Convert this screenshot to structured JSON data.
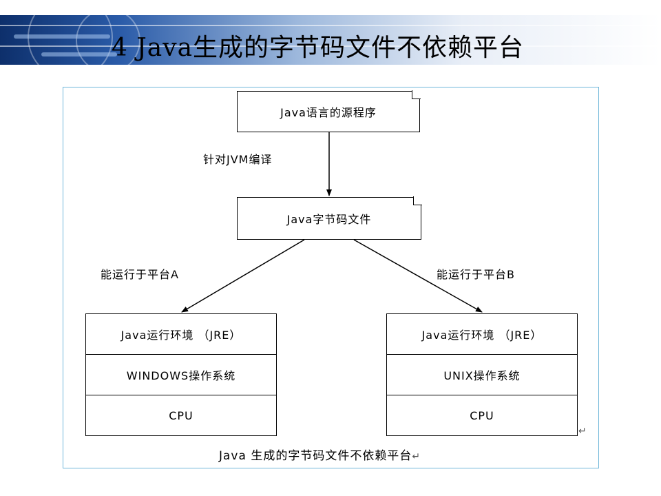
{
  "slide": {
    "title": "4 Java生成的字节码文件不依赖平台"
  },
  "diagram": {
    "source_box": "Java语言的源程序",
    "compile_label": "针对JVM编译",
    "bytecode_box": "Java字节码文件",
    "platform_a_label": "能运行于平台A",
    "platform_b_label": "能运行于平台B",
    "platform_a": {
      "jre": "Java运行环境 （JRE）",
      "os": "WINDOWS操作系统",
      "cpu": "CPU"
    },
    "platform_b": {
      "jre": "Java运行环境 （JRE）",
      "os": "UNIX操作系统",
      "cpu": "CPU"
    },
    "caption": "Java 生成的字节码文件不依赖平台",
    "caption_mark": "↵",
    "corner_mark": "↵"
  }
}
